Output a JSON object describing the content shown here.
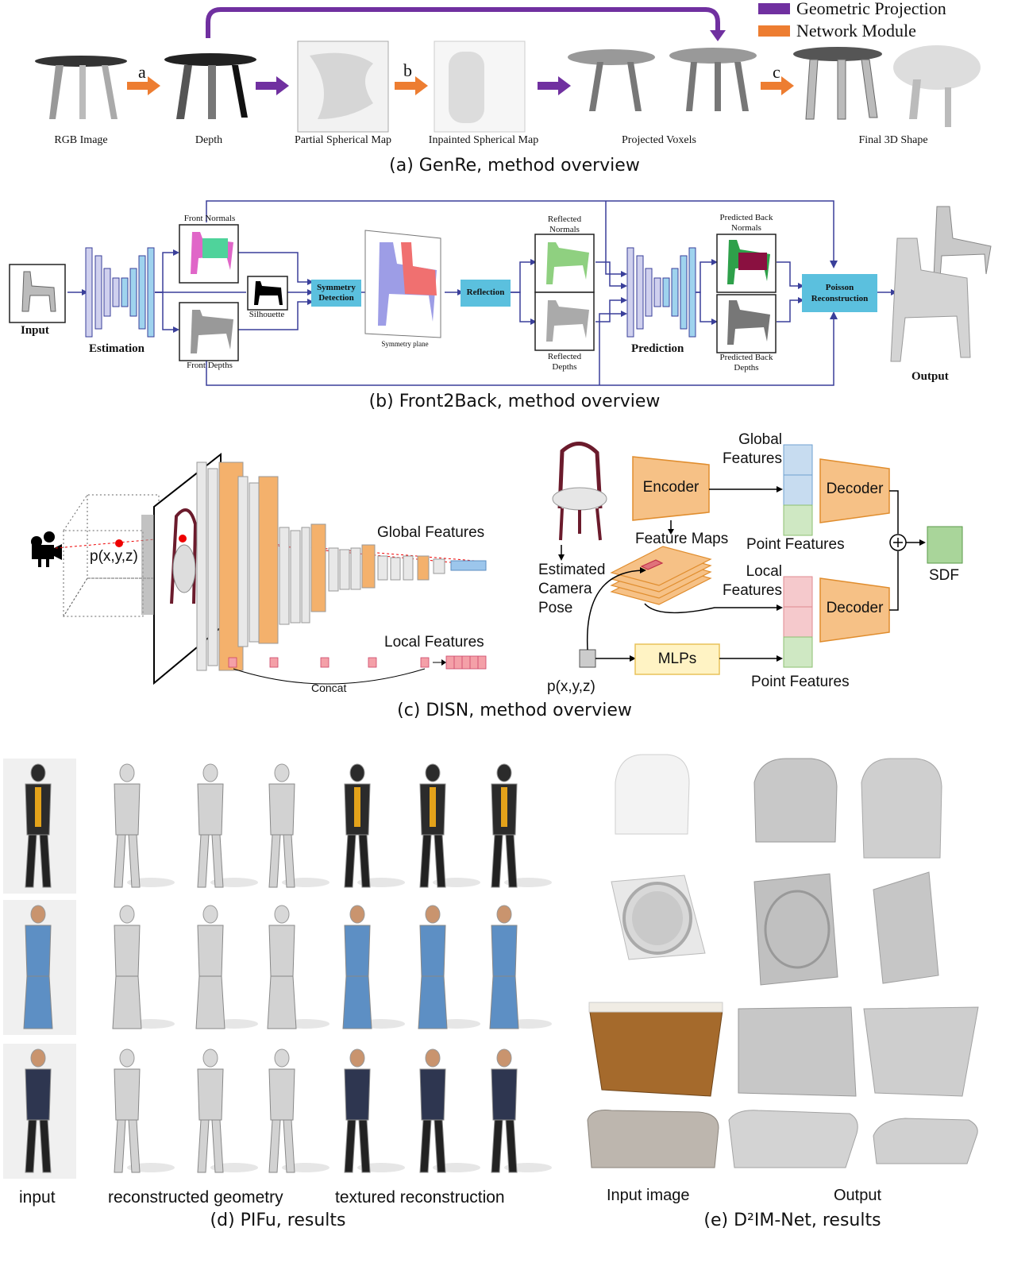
{
  "legend": {
    "geometric_projection": "Geometric Projection",
    "network_module": "Network Module",
    "colors": {
      "geometric_projection": "#7030a0",
      "network_module": "#ed7d31"
    }
  },
  "genre": {
    "labels": [
      "RGB Image",
      "Depth",
      "Partial Spherical Map",
      "Inpainted Spherical Map",
      "Projected Voxels",
      "Final 3D Shape"
    ],
    "arrow_letters": [
      "a",
      "b",
      "c"
    ],
    "caption": "(a) GenRe, method overview"
  },
  "front2back": {
    "input": "Input",
    "estimation": "Estimation",
    "front_normals": "Front Normals",
    "front_depths": "Front Depths",
    "silhouette": "Silhouette",
    "symmetry_detection": "Symmetry Detection",
    "symmetry_plane": "Symmetry plane",
    "reflection": "Reflection",
    "reflected_normals": "Reflected Normals",
    "reflected_depths": "Reflected Depths",
    "prediction": "Prediction",
    "predicted_back_normals": "Predicted Back Normals",
    "predicted_back_depths": "Predicted Back Depths",
    "poisson_reconstruction": "Poisson Reconstruction",
    "output": "Output",
    "caption": "(b) Front2Back, method overview",
    "module_color": "#5bc0de"
  },
  "disn": {
    "point": "p(x,y,z)",
    "global_features": "Global Features",
    "local_features": "Local Features",
    "concat": "Concat",
    "estimated_camera_pose": "Estimated Camera Pose",
    "encoder": "Encoder",
    "feature_maps": "Feature Maps",
    "decoder": "Decoder",
    "mlps": "MLPs",
    "point_features": "Point Features",
    "sdf": "SDF",
    "point_input": "p(x,y,z)",
    "caption": "(c) DISN, method overview"
  },
  "pifu": {
    "labels": [
      "input",
      "reconstructed geometry",
      "textured reconstruction"
    ],
    "caption": "(d) PIFu, results"
  },
  "d2im": {
    "labels": [
      "Input image",
      "Output"
    ],
    "caption": "(e) D²IM-Net, results"
  }
}
